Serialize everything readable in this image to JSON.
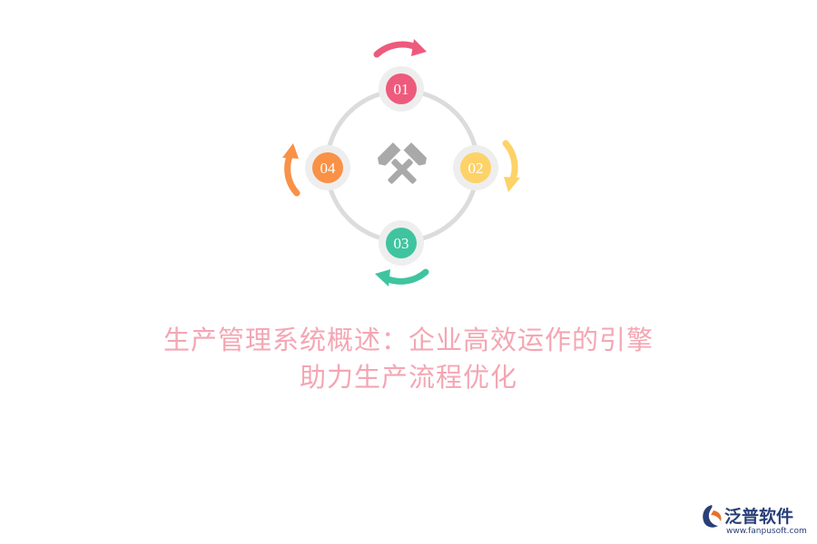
{
  "diagram": {
    "steps": [
      {
        "number": "01",
        "color": "#ee5a7c"
      },
      {
        "number": "02",
        "color": "#fdd268"
      },
      {
        "number": "03",
        "color": "#3fc4a0"
      },
      {
        "number": "04",
        "color": "#f99147"
      }
    ],
    "ring_color": "#dcdcdc",
    "center_icon": "crossed-hammers-icon",
    "icon_color": "#a9a9a9"
  },
  "title": {
    "line1": "生产管理系统概述：企业高效运作的引擎",
    "line2": "助力生产流程优化"
  },
  "brand": {
    "name": "泛普软件",
    "url": "www.fanpusoft.com",
    "logo_icon": "fanpu-logo-icon"
  }
}
